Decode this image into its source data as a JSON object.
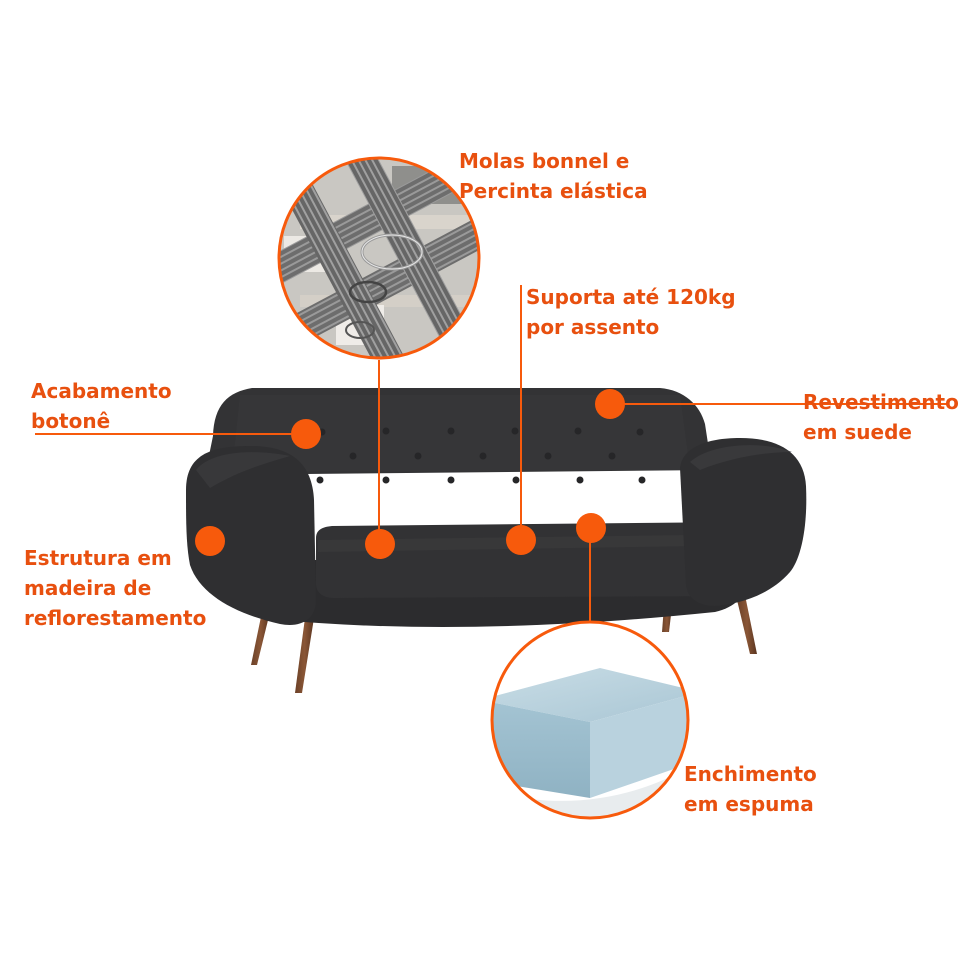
{
  "accent_color": "#f75a0c",
  "callouts": {
    "springs": {
      "lines": [
        "Molas bonnel e",
        "Percinta elástica"
      ]
    },
    "support": {
      "lines": [
        "Suporta até 120kg",
        "por assento"
      ]
    },
    "buttons": {
      "lines": [
        "Acabamento",
        "botonê"
      ]
    },
    "upholstery": {
      "lines": [
        "Revestimento",
        "em suede"
      ]
    },
    "frame": {
      "lines": [
        "Estrutura em",
        "madeira de",
        "reflorestamento"
      ]
    },
    "filling": {
      "lines": [
        "Enchimento",
        "em espuma"
      ]
    }
  }
}
